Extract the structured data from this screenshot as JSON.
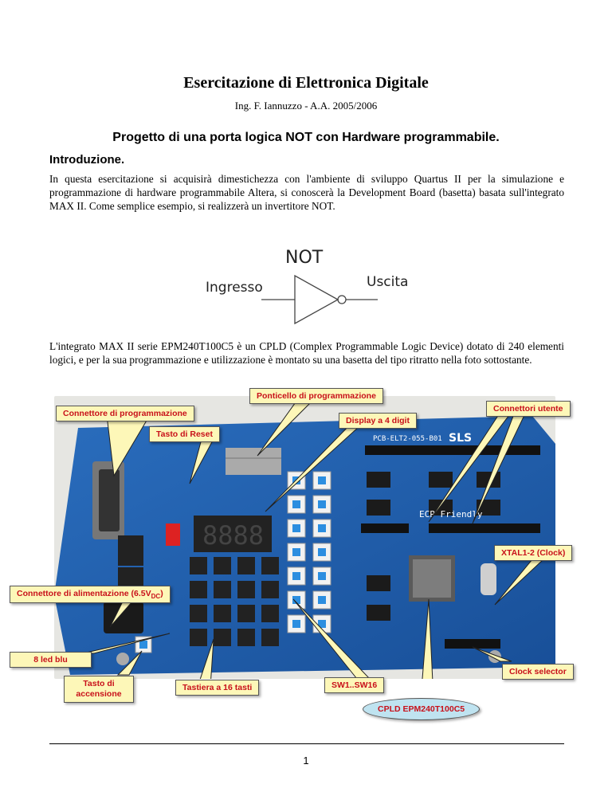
{
  "header": {
    "title": "Esercitazione di Elettronica Digitale",
    "author": "Ing. F. Iannuzzo - A.A. 2005/2006"
  },
  "subtitle": "Progetto di una porta logica NOT con Hardware programmabile.",
  "intro": {
    "heading": "Introduzione.",
    "paragraph": "In questa esercitazione si acquisirà dimestichezza con l'ambiente di sviluppo Quartus II per la simulazione e programmazione di hardware programmabile Altera, si conoscerà la Development Board (basetta) basata sull'integrato MAX II. Come semplice esempio, si realizzerà un invertitore NOT."
  },
  "diagram": {
    "title": "NOT",
    "input_label": "Ingresso",
    "output_label": "Uscita"
  },
  "paragraph2": "L'integrato MAX II serie EPM240T100C5 è un CPLD (Complex Programmable Logic Device) dotato di 240 elementi logici, e per la sua programmazione e utilizzazione è montato su una basetta del tipo ritratto nella foto sottostante.",
  "board": {
    "pcb_label": "PCB-ELT2-055-B01",
    "pcb_logo": "SLS",
    "friendly_label": "ECP Friendly",
    "digits": "8888",
    "colors": {
      "pcb": "#1f5fae",
      "pcb_dark": "#17468a",
      "callout_text": "#c8101a",
      "box_fill": "#fdf7b8",
      "cloud_fill": "#bfe3f0"
    }
  },
  "callouts": {
    "ponticello": "Ponticello di programmazione",
    "connettore_prog": "Connettore di programmazione",
    "connettori_utente": "Connettori utente",
    "display": "Display a 4 digit",
    "reset": "Tasto di Reset",
    "xtal": "XTAL1-2 (Clock)",
    "alimentazione": "Connettore di alimentazione (6.5V",
    "alimentazione_sub": "DC",
    "alimentazione_end": ")",
    "led": "8 led blu",
    "clock_selector": "Clock selector",
    "accensione_1": "Tasto di",
    "accensione_2": "accensione",
    "tastiera": "Tastiera a 16 tasti",
    "sw": "SW1..SW16",
    "cpld": "CPLD EPM240T100C5"
  },
  "footer": {
    "page_number": "1"
  }
}
